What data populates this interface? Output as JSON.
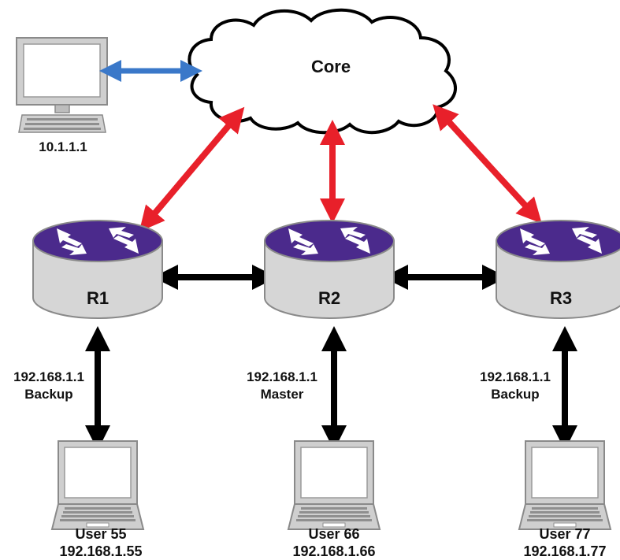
{
  "core": {
    "label": "Core"
  },
  "host": {
    "ip": "10.1.1.1"
  },
  "routers": [
    {
      "name": "R1",
      "vip": "192.168.1.1",
      "role": "Backup"
    },
    {
      "name": "R2",
      "vip": "192.168.1.1",
      "role": "Master"
    },
    {
      "name": "R3",
      "vip": "192.168.1.1",
      "role": "Backup"
    }
  ],
  "users": [
    {
      "name": "User 55",
      "ip": "192.168.1.55"
    },
    {
      "name": "User 66",
      "ip": "192.168.1.66"
    },
    {
      "name": "User 77",
      "ip": "192.168.1.77"
    }
  ],
  "colors": {
    "core_link": "#e8202a",
    "host_link": "#3a78c9",
    "lan_link": "#000000",
    "router_top": "#4b2a8c",
    "router_body": "#d6d6d6"
  }
}
